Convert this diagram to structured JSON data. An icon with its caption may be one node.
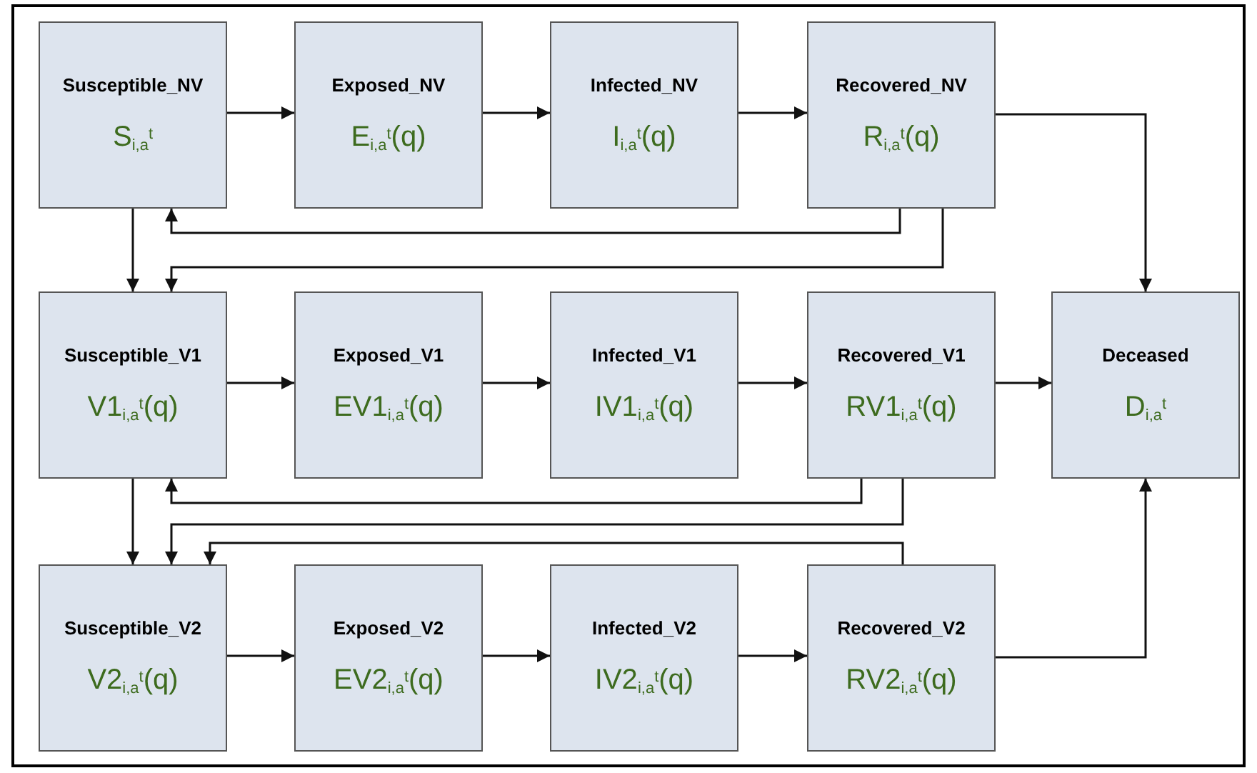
{
  "diagram": {
    "nodes": [
      {
        "text": [
          "Susceptible_NV",
          "S$_{i,a}$$^{t}$"
        ]
      },
      {
        "text": [
          "Exposed_NV",
          "E$_{i,a}$$^{t}$(q)"
        ]
      },
      {
        "text": [
          "Infected_NV",
          "I$_{i,a}$$^{t}$(q)"
        ]
      },
      {
        "text": [
          "Recovered_NV",
          "R$_{i,a}$$^{t}$(q)"
        ]
      },
      {
        "text": [
          "Susceptible_V1",
          "V1$_{i,a}$$^{t}$(q)"
        ]
      },
      {
        "text": [
          "Exposed_V1",
          "EV1$_{i,a}$$^{t}$(q)"
        ]
      },
      {
        "text": [
          "Infected_V1",
          "IV1$_{i,a}$$^{t}$(q)"
        ]
      },
      {
        "text": [
          "Recovered_V1",
          "RV1$_{i,a}$$^{t}$(q)"
        ]
      },
      {
        "text": [
          "Deceased",
          "D$_{i,a}$$^{t}$"
        ]
      },
      {
        "text": [
          "Susceptible_V2",
          "V2$_{i,a}$$^{t}$(q)"
        ]
      },
      {
        "text": [
          "Exposed_V2",
          "EV2$_{i,a}$$^{t}$(q)"
        ]
      },
      {
        "text": [
          "Infected_V2",
          "IV2$_{i,a}$$^{t}$(q)"
        ]
      },
      {
        "text": [
          "Recovered_V2",
          "RV2$_{i,a}$$^{t}$(q)"
        ]
      }
    ],
    "edges": [
      {
        "from": 0,
        "to": 1,
        "arrow": "to"
      },
      {
        "from": 1,
        "to": 2,
        "arrow": "to"
      },
      {
        "from": 2,
        "to": 3,
        "arrow": "to"
      },
      {
        "from": 3,
        "to": 8,
        "arrow": "to"
      },
      {
        "from": 3,
        "to": 0,
        "arrow": "to"
      },
      {
        "from": 3,
        "to": 4,
        "arrow": "to"
      },
      {
        "from": 0,
        "to": 4,
        "arrow": "to"
      },
      {
        "from": 4,
        "to": 5,
        "arrow": "to"
      },
      {
        "from": 5,
        "to": 6,
        "arrow": "to"
      },
      {
        "from": 6,
        "to": 7,
        "arrow": "to"
      },
      {
        "from": 7,
        "to": 8,
        "arrow": "to"
      },
      {
        "from": 7,
        "to": 4,
        "arrow": "to"
      },
      {
        "from": 7,
        "to": 9,
        "arrow": "to"
      },
      {
        "from": 4,
        "to": 9,
        "arrow": "to"
      },
      {
        "from": 9,
        "to": 10,
        "arrow": "to"
      },
      {
        "from": 10,
        "to": 11,
        "arrow": "to"
      },
      {
        "from": 11,
        "to": 12,
        "arrow": "to"
      },
      {
        "from": 12,
        "to": 9,
        "arrow": "to"
      },
      {
        "from": 12,
        "to": 8,
        "arrow": "to"
      }
    ]
  }
}
